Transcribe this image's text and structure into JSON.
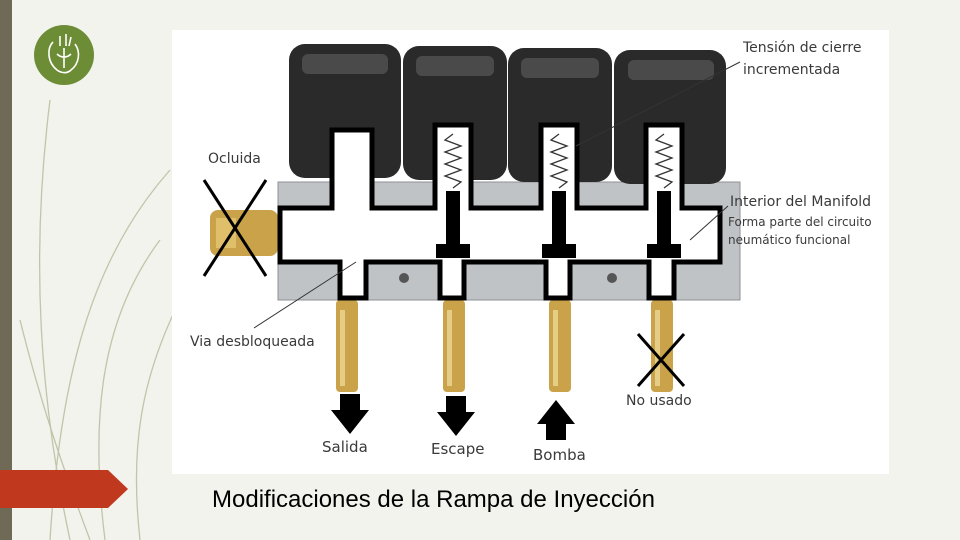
{
  "labels": {
    "tension": "Tensión de cierre",
    "tension2": "incrementada",
    "ocluida": "Ocluida",
    "interior": "Interior del Manifold",
    "interior_sub1": "Forma parte del circuito",
    "interior_sub2": "neumático funcional",
    "via": "Via desbloqueada",
    "no_usado": "No usado",
    "salida": "Salida",
    "escape": "Escape",
    "bomba": "Bomba"
  },
  "caption": "Modificaciones de la Rampa de Inyección",
  "colors": {
    "accent": "#c0391e",
    "sidebar": "#6f6a55",
    "logo": "#6c8c35",
    "background": "#f1f3ec"
  },
  "icons": {
    "logo": "heart-anatomy-logo",
    "arrows": [
      "arrow-down-icon",
      "arrow-down-icon",
      "arrow-up-icon"
    ]
  }
}
